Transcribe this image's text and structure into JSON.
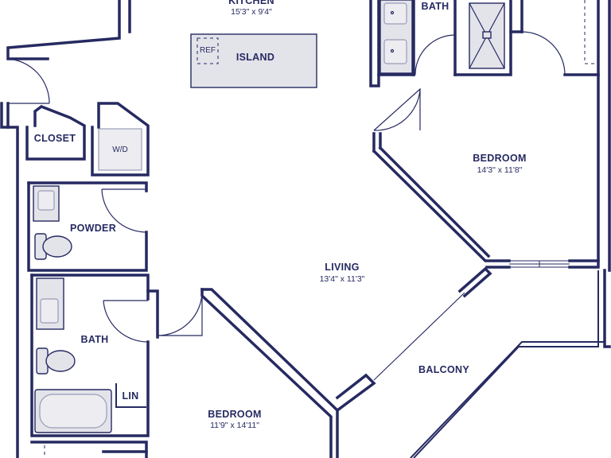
{
  "rooms": {
    "kitchen": {
      "label": "KITCHEN",
      "dims": "15'3\" x 9'4\""
    },
    "island": {
      "label": "ISLAND"
    },
    "ref": {
      "label": "REF"
    },
    "bath_top": {
      "label": "BATH"
    },
    "closet": {
      "label": "CLOSET"
    },
    "wd": {
      "label": "W/D"
    },
    "bedroom_right": {
      "label": "BEDROOM",
      "dims": "14'3\" x 11'8\""
    },
    "powder": {
      "label": "POWDER"
    },
    "living": {
      "label": "LIVING",
      "dims": "13'4\" x 11'3\""
    },
    "bath_left": {
      "label": "BATH"
    },
    "lin": {
      "label": "LIN"
    },
    "balcony": {
      "label": "BALCONY"
    },
    "bedroom_left": {
      "label": "BEDROOM",
      "dims": "11'9\" x 14'11\""
    }
  },
  "colors": {
    "wall": "#262a61",
    "fixture": "#e3e3ea",
    "background": "#ffffff"
  }
}
